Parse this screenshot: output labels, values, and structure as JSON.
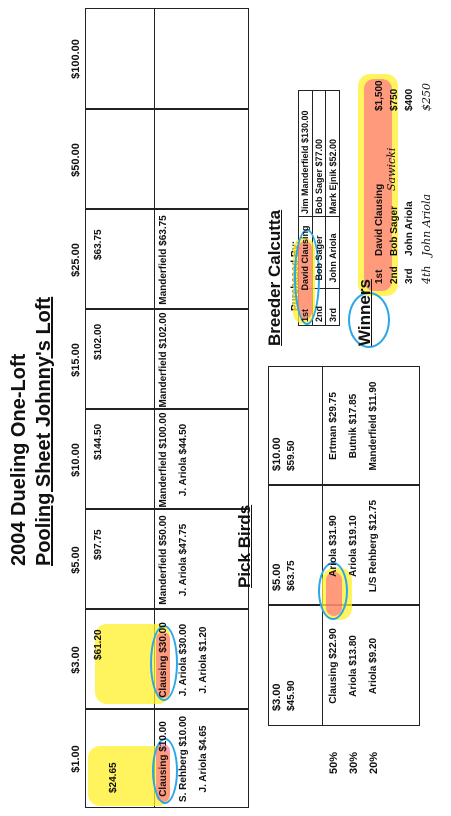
{
  "title": {
    "line1": "2004 Dueling One-Loft",
    "line2": "Pooling Sheet Johnny's Loft"
  },
  "pooling": {
    "headers": [
      "$1.00",
      "$3.00",
      "$5.00",
      "$10.00",
      "$15.00",
      "$25.00",
      "$50.00",
      "$100.00"
    ],
    "totals": [
      "$24.65",
      "$61.20",
      "$97.75",
      "$144.50",
      "$102.00",
      "$63.75",
      "",
      ""
    ],
    "winners": [
      [
        "Clausing $10.00",
        "S. Rehberg $10.00",
        "J. Ariola $4.65"
      ],
      [
        "Clausing $30.00",
        "J. Ariola $30.00",
        "J. Ariola $1.20"
      ],
      [
        "Manderfield $50.00",
        "J. Ariola $47.75"
      ],
      [
        "Manderfield $100.00",
        "J. Ariola $44.50"
      ],
      [
        "Manderfield $102.00"
      ],
      [
        "Manderfield $63.75"
      ]
    ]
  },
  "pick_birds": {
    "title": "Pick Birds",
    "row_labels": [
      "50%",
      "30%",
      "20%"
    ],
    "headers": [
      "$3.00",
      "$5.00",
      "$10.00"
    ],
    "totals": [
      "$45.90",
      "$63.75",
      "$59.50"
    ],
    "winners": [
      [
        "Clausing $22.90",
        "Ariola $13.80",
        "Ariola $9.20"
      ],
      [
        "Ariola $31.90",
        "Ariola $19.10",
        "L/S Rehberg $12.75"
      ],
      [
        "Ertman $29.75",
        "Butnik $17.85",
        "Manderfield $11.90"
      ]
    ]
  },
  "calcutta": {
    "title": "Breeder Calcutta",
    "purchased_by_label": "Purchased By:",
    "rows": [
      {
        "place": "1st",
        "breeder": "David Clausing",
        "buyer": "Jim Manderfield $130.00"
      },
      {
        "place": "2nd",
        "breeder": "Bob Sager",
        "buyer": "Bob Sager $77.00"
      },
      {
        "place": "3rd",
        "breeder": "John Ariola",
        "buyer": "Mark Ejnik $52.00"
      }
    ]
  },
  "winners": {
    "title": "Winners",
    "rows": [
      {
        "place": "1st",
        "name": "David Clausing",
        "amount": "$1,500"
      },
      {
        "place": "2nd",
        "name": "Bob Sager",
        "amount": "$750"
      },
      {
        "place": "3rd",
        "name": "John Ariola",
        "amount": "$400"
      }
    ],
    "handwritten": {
      "row1_note": "Sawicki",
      "row4_place": "4th",
      "row4_name": "John Ariola",
      "row4_amount": "$250"
    }
  },
  "colors": {
    "highlight_pink": "#ff5096",
    "highlight_yellow": "#fff028",
    "pen_blue": "#2aa7e8"
  }
}
